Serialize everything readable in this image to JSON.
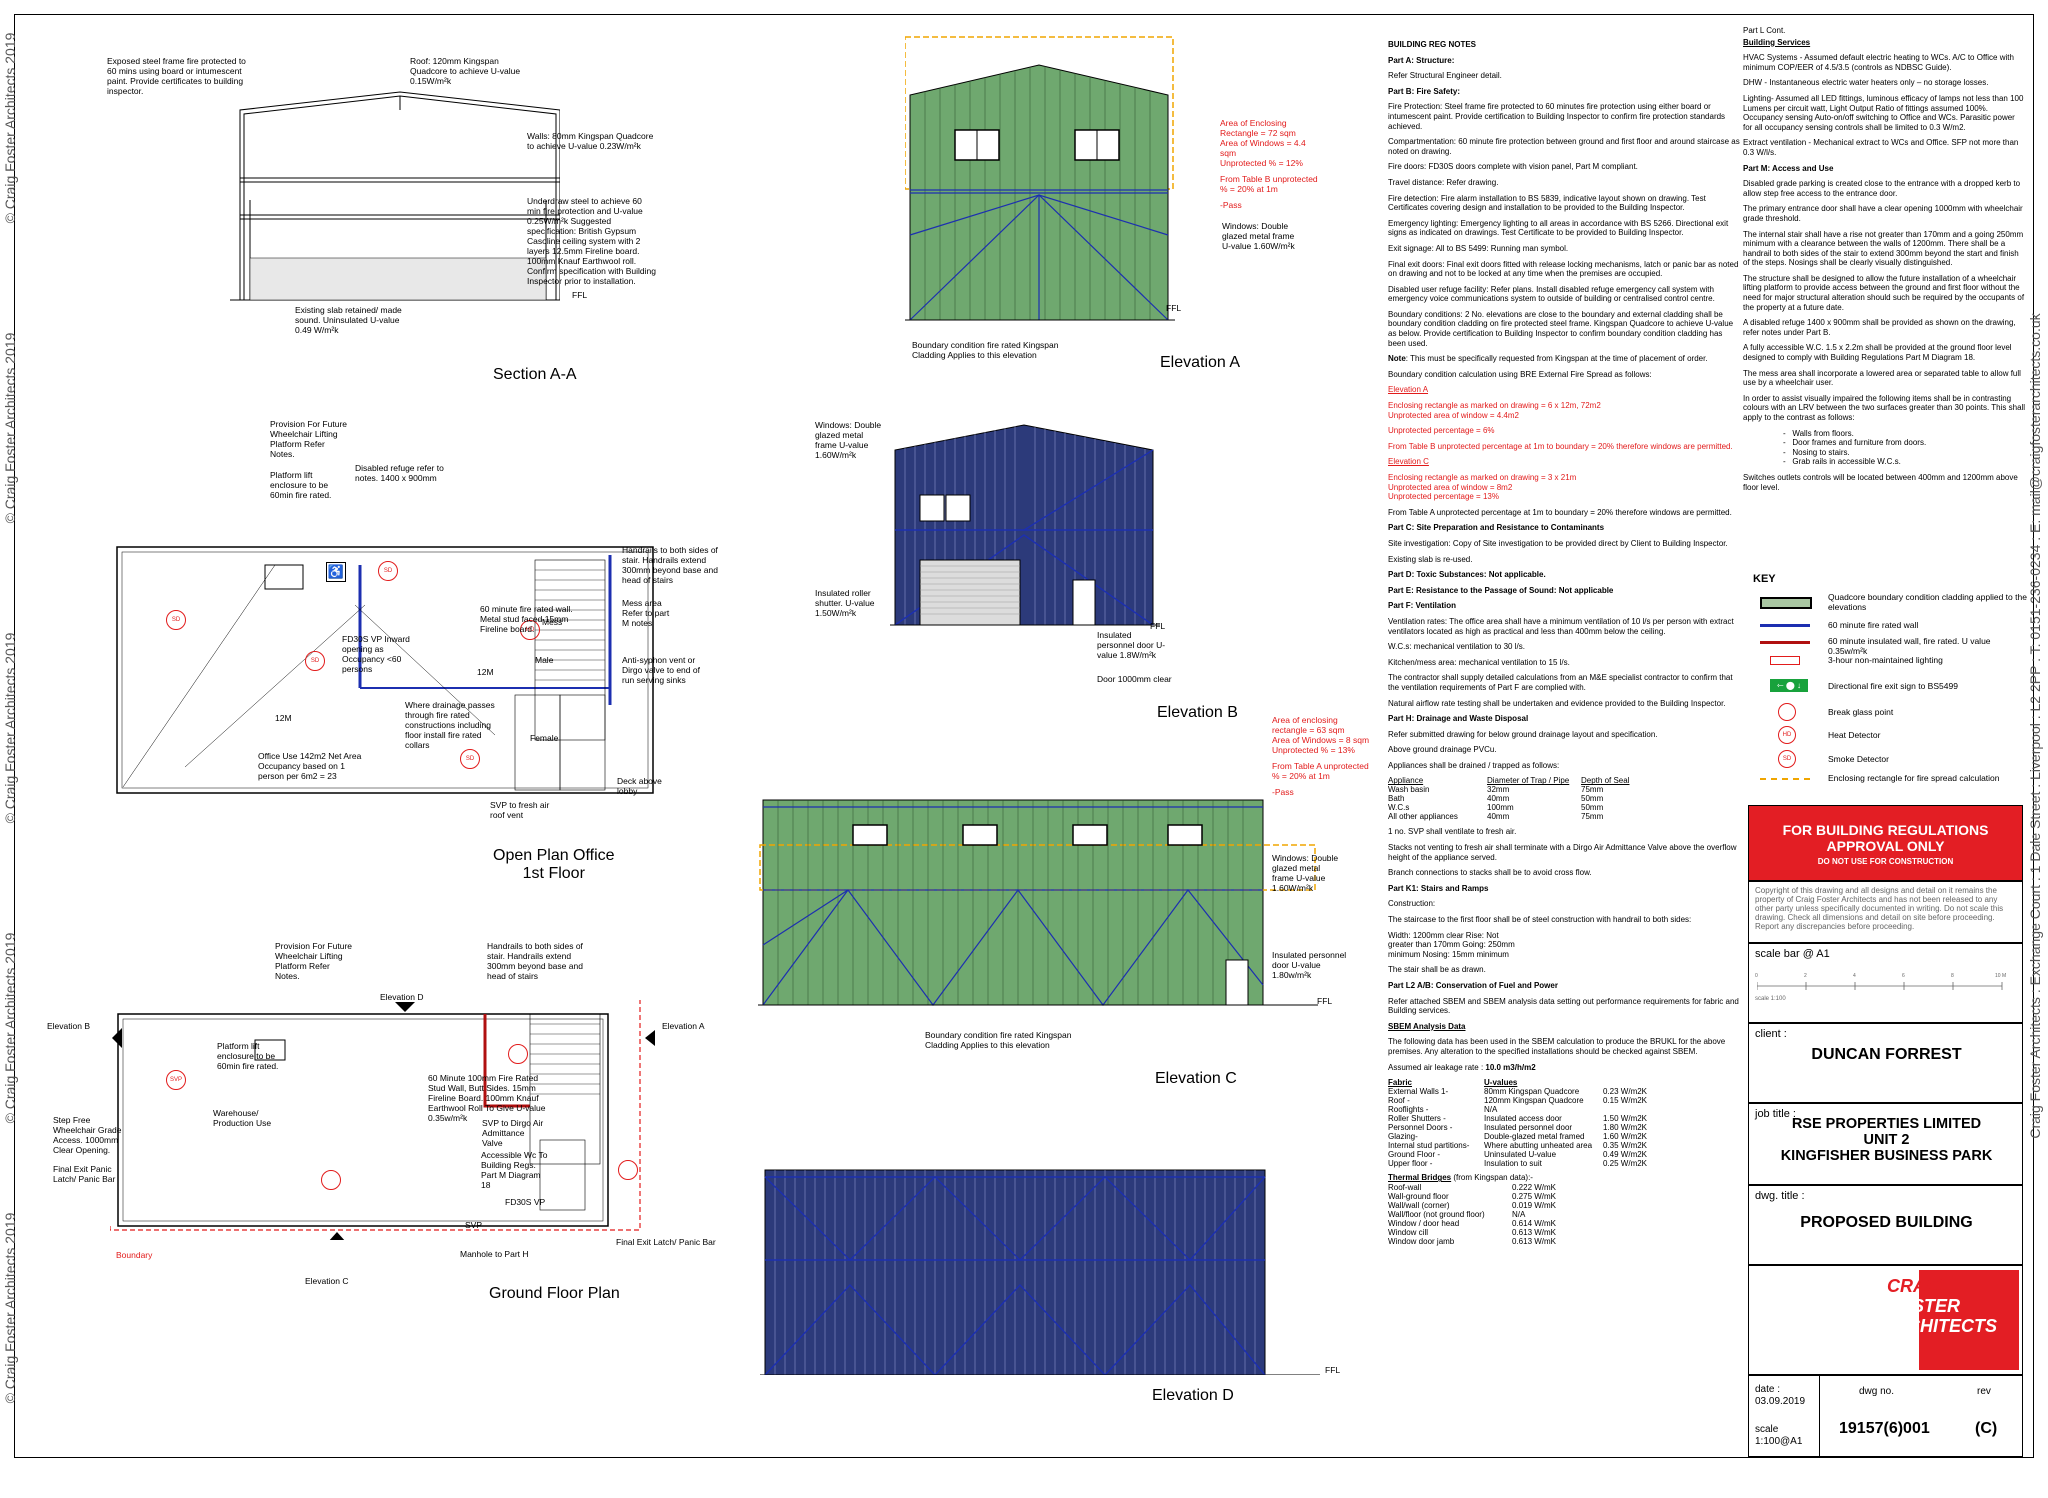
{
  "watermark": "© Craig Foster Architects 2019",
  "side_text": "Craig Foster Architects : Exchange Court : 1 Dale Street : Liverpool : L2 2PP : T: 0151-236-0234 : E: mail@craigfosterarchitects.co.uk",
  "section_aa": {
    "title": "Section A-A",
    "note_steel": "Exposed steel frame fire protected to 60 mins using board or intumescent paint. Provide certificates to building inspector.",
    "note_roof": "Roof: 120mm Kingspan Quadcore to achieve U-value 0.15W/m²k",
    "note_walls": "Walls: 80mm Kingspan Quadcore to achieve U-value 0.23W/m²k",
    "note_underdraw": "Underdraw steel to achieve 60 min fire protection and U-value 0.25W/m²k Suggested specification: British Gypsum Casoline ceiling system with 2 layers 12.5mm Fireline board. 100mm Knauf Earthwool roll. Confirm specification with Building Inspector prior to installation.",
    "note_slab": "Existing slab retained/ made sound. Uninsulated U-value 0.49 W/m²k",
    "ffl": "FFL"
  },
  "first_floor": {
    "title_line1": "Open Plan Office",
    "title_line2": "1st Floor",
    "note_lift": "Provision For Future Wheelchair Lifting Platform Refer Notes.",
    "note_platform": "Platform lift enclosure to be 60min fire rated.",
    "note_refuge": "Disabled refuge refer to notes. 1400 x 900mm",
    "note_handrails": "Handrails to both sides of stair. Handrails extend 300mm beyond base and head of stairs",
    "note_wall": "60 minute fire rated wall. Metal stud faced 15mm Fireline board.",
    "note_mess": "Mess area Refer to part M notes",
    "note_antisyphon": "Anti-syphon vent or Dirgo valve to end of run serving sinks",
    "note_fd30s": "FD30S VP Inward opening as Occupancy <60 persons",
    "note_drainage": "Where drainage passes through fire rated constructions including floor install fire rated collars",
    "note_office": "Office Use 142m2 Net Area Occupancy based on 1 person per 6m2 = 23",
    "note_svp": "SVP to fresh air roof vent",
    "note_deck": "Deck above lobby",
    "dim_12m_a": "12M",
    "dim_12m_b": "12M",
    "label_mess": "Mess",
    "label_male": "Male",
    "label_female": "Female",
    "sd": "SD",
    "hd": "HD"
  },
  "ground_floor": {
    "title": "Ground Floor Plan",
    "note_lift": "Provision For Future Wheelchair Lifting Platform Refer Notes.",
    "note_platform": "Platform lift enclosure to be 60min fire rated.",
    "note_handrails": "Handrails to both sides of stair. Handrails extend 300mm beyond base and head of stairs",
    "note_warehouse": "Warehouse/ Production Use",
    "note_wall": "60 Minute 100mm Fire Rated Stud Wall, Butt Sides. 15mm Fireline Board. 100mm Knauf Earthwool Roll To Give U-value 0.35w/m²k",
    "note_svp": "SVP to Dirgo Air Admittance Valve",
    "note_wc": "Accessible Wc To Building Regs. Part M Diagram 18",
    "note_fd30s": "FD30S VP",
    "note_svp2": "SVP",
    "note_step": "Step Free Wheelchair Grade Access. 1000mm Clear Opening.",
    "note_exit": "Final Exit Panic Latch/ Panic Bar",
    "note_exit2": "Final Exit Latch/ Panic Bar",
    "note_manhole": "Manhole to Part H",
    "boundary": "Boundary",
    "elev_d": "Elevation  D",
    "elev_b": "Elevation B",
    "elev_a": "Elevation A",
    "elev_c": "Elevation C"
  },
  "elevation_a": {
    "title": "Elevation A",
    "red_notes": [
      "Area of Enclosing Rectangle = 72 sqm",
      "Area of Windows = 4.4 sqm",
      "Unprotected % = 12%",
      "From Table B unprotected % = 20% at 1m",
      "-Pass"
    ],
    "windows": "Windows: Double glazed metal frame U-value 1.60W/m²k",
    "boundary": "Boundary condition fire rated Kingspan Cladding Applies to this elevation",
    "ffl": "FFL"
  },
  "elevation_b": {
    "title": "Elevation B",
    "windows": "Windows: Double glazed metal frame U-value 1.60W/m²k",
    "roller": "Insulated roller shutter. U-value 1.50W/m²k",
    "door": "Insulated personnel door U-value 1.8W/m²k",
    "door_clear": "Door 1000mm clear",
    "ffl": "FFL"
  },
  "elevation_c": {
    "title": "Elevation C",
    "red_notes": [
      "Area of enclosing rectangle = 63 sqm",
      "Area of Windows = 8 sqm",
      "Unprotected % = 13%",
      "From Table A unprotected % = 20% at 1m",
      "-Pass"
    ],
    "windows": "Windows: Double glazed metal frame U-value 1.60W/m²k",
    "door": "Insulated personnel door U-value 1.80w/m²k",
    "boundary": "Boundary condition fire rated Kingspan Cladding Applies to this elevation",
    "ffl": "FFL"
  },
  "elevation_d": {
    "title": "Elevation D",
    "ffl": "FFL"
  },
  "notes": {
    "heading": "BUILDING REG NOTES",
    "part_a_h": "Part A: Structure:",
    "part_a": "Refer Structural Engineer detail.",
    "part_b_h": "Part B: Fire Safety:",
    "part_b1": "Fire Protection: Steel frame fire protected to 60 minutes fire protection using either board or intumescent paint. Provide certification to Building Inspector to confirm fire protection standards achieved.",
    "part_b2": "Compartmentation: 60 minute fire protection between ground and first floor and around staircase as noted on drawing.",
    "part_b3": "Fire doors: FD30S doors complete with vision panel, Part M compliant.",
    "part_b4": "Travel distance: Refer drawing.",
    "part_b5": "Fire detection: Fire alarm installation to BS 5839, indicative layout shown on drawing. Test Certificates covering design and installation to be provided to the Building Inspector.",
    "part_b6": "Emergency lighting: Emergency lighting to all areas in accordance with BS 5266. Directional exit signs as indicated on drawings. Test Certificate to be provided to Building Inspector.",
    "part_b7": "Exit signage: All to BS 5499: Running man symbol.",
    "part_b8": "Final exit doors: Final exit doors fitted with release locking mechanisms, latch or panic bar as noted on drawing and not to be locked at any time when the premises are occupied.",
    "part_b9": "Disabled user refuge facility: Refer plans. Install disabled refuge emergency call system with emergency voice communications system to outside of building or centralised control centre.",
    "part_b10": "Boundary conditions: 2 No. elevations are close to the boundary and external cladding shall be boundary condition cladding on fire protected steel frame. Kingspan Quadcore to achieve U-value as below. Provide certification to Building Inspector to confirm boundary condition cladding has been used.",
    "note_label": "Note",
    "note_text": ": This must be specifically requested from Kingspan at the time of placement of order.",
    "calc": "Boundary condition calculation using BRE External Fire Spread as follows:",
    "elev_a_h": "Elevation A",
    "elev_a1": "Enclosing rectangle as marked on drawing = 6 x 12m, 72m2",
    "elev_a2": "Unprotected area of window = 4.4m2",
    "elev_a3": "Unprotected percentage = 6%",
    "elev_a4": "From Table B unprotected percentage at 1m to boundary = 20% therefore windows are permitted.",
    "elev_c_h": "Elevation C",
    "elev_c1": "Enclosing rectangle as marked on drawing = 3 x 21m",
    "elev_c2": "Unprotected area of window = 8m2",
    "elev_c3": "Unprotected percentage = 13%",
    "elev_c4": "From Table A unprotected percentage at 1m to boundary = 20% therefore windows are permitted.",
    "part_c_h": "Part C: Site Preparation and Resistance to Contaminants",
    "part_c1": "Site investigation: Copy of Site investigation to be provided direct by Client to Building Inspector.",
    "part_c2": "Existing slab is re-used.",
    "part_d_h": "Part D: Toxic Substances: Not applicable.",
    "part_e_h": "Part E: Resistance to the Passage of Sound: Not applicable",
    "part_f_h": "Part F: Ventilation",
    "part_f1": "Ventilation rates: The office area shall have a minimum ventilation of 10 l/s per person with extract ventilators located as high as practical and less than 400mm below the ceiling.",
    "part_f2": "W.C.s: mechanical ventilation to 30 l/s.",
    "part_f3": "Kitchen/mess area: mechanical ventilation to 15 l/s.",
    "part_f4": "The contractor shall supply detailed calculations from an M&E specialist contractor to confirm that the ventilation requirements of Part F are complied with.",
    "part_f5": "Natural airflow rate testing shall be undertaken and evidence provided to the Building Inspector.",
    "part_h_h": "Part H: Drainage and Waste Disposal",
    "part_h1": "Refer submitted drawing for below ground drainage layout and specification.",
    "part_h2": "Above ground drainage PVCu.",
    "part_h3": "Appliances shall be drained / trapped as follows:",
    "trap_headers": [
      "Appliance",
      "Diameter of Trap / Pipe",
      "Depth of Seal"
    ],
    "trap_rows": [
      [
        "Wash basin",
        "32mm",
        "75mm"
      ],
      [
        "Bath",
        "40mm",
        "50mm"
      ],
      [
        "W.C.s",
        "100mm",
        "50mm"
      ],
      [
        "All other appliances",
        "40mm",
        "75mm"
      ]
    ],
    "part_h4": "1 no. SVP shall ventilate to fresh air.",
    "part_h5": "Stacks not venting to fresh air shall terminate with a Dirgo Air Admittance Valve above the overflow height of the appliance served.",
    "part_h6": "Branch connections to stacks shall be to avoid cross flow.",
    "part_k_h": "Part K1: Stairs and Ramps",
    "part_k1": "Construction:",
    "part_k2": "The staircase to the first floor shall be of steel construction with handrail to both sides:",
    "part_k3": "Width: 1200mm clear Rise: Not greater than 170mm Going: 250mm minimum Nosing: 15mm minimum",
    "part_k4": "The stair shall be as drawn.",
    "part_l_h": "Part L2 A/B: Conservation of Fuel and Power",
    "part_l1": "Refer attached SBEM and SBEM analysis data setting out performance requirements for fabric and Building services.",
    "sbem_h": "SBEM Analysis Data",
    "sbem1": "The following data has been used in the SBEM calculation to produce the BRUKL for the above premises. Any alteration to the specified installations should be checked against SBEM.",
    "air_label": "Assumed air leakage rate : ",
    "air_value": "10.0 m3/h/m2",
    "fabric_headers": [
      "Fabric",
      "U-values"
    ],
    "fabric_rows": [
      [
        "External Walls 1-",
        "80mm Kingspan Quadcore",
        "0.23 W/m2K"
      ],
      [
        "Roof -",
        "120mm Kingspan Quadcore",
        "0.15 W/m2K"
      ],
      [
        "Rooflights -",
        "N/A",
        ""
      ],
      [
        "Roller Shutters -",
        "Insulated access door",
        "1.50 W/m2K"
      ],
      [
        "Personnel Doors -",
        "Insulated personnel door",
        "1.80 W/m2K"
      ],
      [
        "Glazing-",
        "Double-glazed metal framed",
        "1.60 W/m2K"
      ],
      [
        "Internal stud partitions-",
        "Where abutting unheated area",
        "0.35 W/m2K"
      ],
      [
        "Ground Floor -",
        "Uninsulated U-value",
        "0.49 W/m2K"
      ],
      [
        "Upper floor -",
        "Insulation to suit",
        "0.25 W/m2K"
      ]
    ],
    "thermal_h": "Thermal Bridges",
    "thermal_sub": "(from Kingspan data):-",
    "thermal_rows": [
      [
        "Roof-wall",
        "0.222 W/mK"
      ],
      [
        "Wall-ground floor",
        "0.275 W/mK"
      ],
      [
        "Wall/wall (corner)",
        "0.019 W/mK"
      ],
      [
        "Wall/floor (not ground floor)",
        "N/A"
      ],
      [
        "Window / door head",
        "0.614 W/mK"
      ],
      [
        "Window cill",
        "0.613 W/mK"
      ],
      [
        "Window door jamb",
        "0.613 W/mK"
      ]
    ]
  },
  "notes2": {
    "cont": "Part L Cont.",
    "services_h": "Building Services",
    "s1": "HVAC Systems - Assumed default electric heating to WCs. A/C to Office with minimum COP/EER of 4.5/3.5 (controls as NDBSC Guide).",
    "s2": "DHW - Instantaneous electric water heaters only – no storage losses.",
    "s3": "Lighting- Assumed all LED fittings, luminous efficacy of lamps not less than 100 Lumens per circuit watt, Light Output Ratio of fittings assumed 100%. Occupancy sensing Auto-on/off switching to Office and WCs. Parasitic power for all occupancy sensing controls shall be limited to 0.3 W/m2.",
    "s4": "Extract ventilation - Mechanical extract to WCs and Office. SFP not more than 0.3 W/l/s.",
    "part_m_h": "Part M: Access and Use",
    "m1": "Disabled grade parking is created close to the entrance with a dropped kerb to allow step free access to the entrance door.",
    "m2": "The primary entrance door shall have a clear opening 1000mm with wheelchair grade threshold.",
    "m3": "The internal stair shall have a rise not greater than 170mm and a going 250mm minimum with a clearance between the walls of 1200mm. There shall be a handrail to both sides of the stair to extend 300mm beyond the start and finish of the steps. Nosings shall be clearly visually distinguished.",
    "m4": "The structure shall be designed to allow the future installation of a wheelchair lifting platform to provide access between the ground and first floor without the need for major structural alteration should such be required by the occupants of the property at a future date.",
    "m5": "A disabled refuge 1400 x 900mm shall be provided as shown on the drawing, refer notes under Part B.",
    "m6": "A fully accessible W.C. 1.5 x 2.2m shall be provided at the ground floor level designed to comply with Building Regulations Part M Diagram 18.",
    "m7": "The mess area shall incorporate a lowered area or separated table to allow full use by a wheelchair user.",
    "m8": "In order to assist visually impaired the following items shall be in contrasting colours with an LRV between the two surfaces greater than 30 points. This shall apply to the contrast as follows:",
    "contrast": [
      "Walls from floors.",
      "Door frames and furniture from doors.",
      "Nosing to stairs.",
      "Grab rails in accessible W.C.s."
    ],
    "m9": "Switches outlets controls will be located between 400mm and 1200mm above floor level."
  },
  "key": {
    "heading": "KEY",
    "items": [
      "Quadcore boundary condition cladding applied to the elevations",
      "60 minute fire rated wall",
      "60 minute insulated wall, fire rated. U value 0.35w/m²k",
      "3-hour non-maintained lighting",
      "Directional fire exit sign to BS5499",
      "Break glass point",
      "Heat Detector",
      "Smoke Detector",
      "Enclosing rectangle for fire spread calculation"
    ],
    "hd": "HD",
    "sd": "SD",
    "exit_glyph": "⇽ ⬤ ↓"
  },
  "title_block": {
    "approval_line1": "FOR BUILDING REGULATIONS",
    "approval_line2": "APPROVAL ONLY",
    "approval_line3": "DO NOT USE FOR CONSTRUCTION",
    "copyright": "Copyright of this drawing and all designs and detail on it remains the property of Craig Foster Architects and has not been released to any other party unless specifically documented in writing. Do not scale this drawing. Check all dimensions and detail on site before proceeding. Report any discrepancies before proceeding.",
    "scale_bar_label": "scale bar @ A1",
    "scale_ticks": [
      "0",
      "2",
      "4",
      "6",
      "8",
      "10 M"
    ],
    "scale_small": "scale 1:100",
    "client_label": "client :",
    "client": "DUNCAN FORREST",
    "job_label": "job title :",
    "job_line1": "RSE PROPERTIES LIMITED",
    "job_line2": "UNIT 2",
    "job_line3": "KINGFISHER BUSINESS PARK",
    "dwg_label": "dwg. title :",
    "dwg_title": "PROPOSED BUILDING",
    "logo_line1": "CRAIG",
    "logo_line2": "FOSTER",
    "logo_line3": "ARCHITECTS",
    "date_label": "date :",
    "date": "03.09.2019",
    "scale_label": "scale",
    "scale": "1:100@A1",
    "dwg_no_label": "dwg no.",
    "dwg_no": "19157(6)001",
    "rev_label": "rev",
    "rev": "(C)"
  },
  "colors": {
    "red": "#e21b1b",
    "blue": "#1c2fb0",
    "green": "#5aa05a",
    "orange": "#f0a500",
    "key_red": "#e31e24"
  }
}
